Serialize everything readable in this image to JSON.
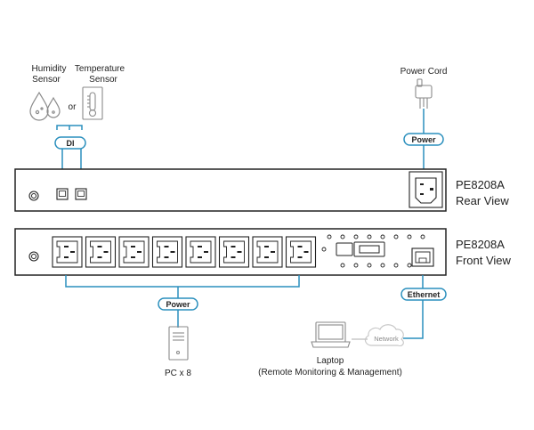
{
  "sensors": {
    "humidity_line1": "Humidity",
    "humidity_line2": "Sensor",
    "temperature_line1": "Temperature",
    "temperature_line2": "Sensor",
    "or_label": "or",
    "di_tag": "DI",
    "humidity_icon": "water-drops-icon",
    "temperature_icon": "thermometer-icon"
  },
  "power_cord": {
    "label": "Power Cord",
    "tag": "Power",
    "icon": "power-plug-icon"
  },
  "rear_view": {
    "model": "PE8208A",
    "view": "Rear View"
  },
  "front_view": {
    "model": "PE8208A",
    "view": "Front View"
  },
  "outlets": {
    "count": 8,
    "power_tag": "Power"
  },
  "pc": {
    "label": "PC x 8",
    "icon": "pc-tower-icon"
  },
  "network": {
    "ethernet_tag": "Ethernet",
    "cloud_label": "Network",
    "icon": "cloud-icon"
  },
  "laptop": {
    "line1": "Laptop",
    "line2": "(Remote Monitoring & Management)",
    "icon": "laptop-icon"
  },
  "colors": {
    "accent": "#2a8fbd",
    "outline": "#222222",
    "icon_gray": "#8a8a8a",
    "light_gray": "#c8c8c8"
  }
}
